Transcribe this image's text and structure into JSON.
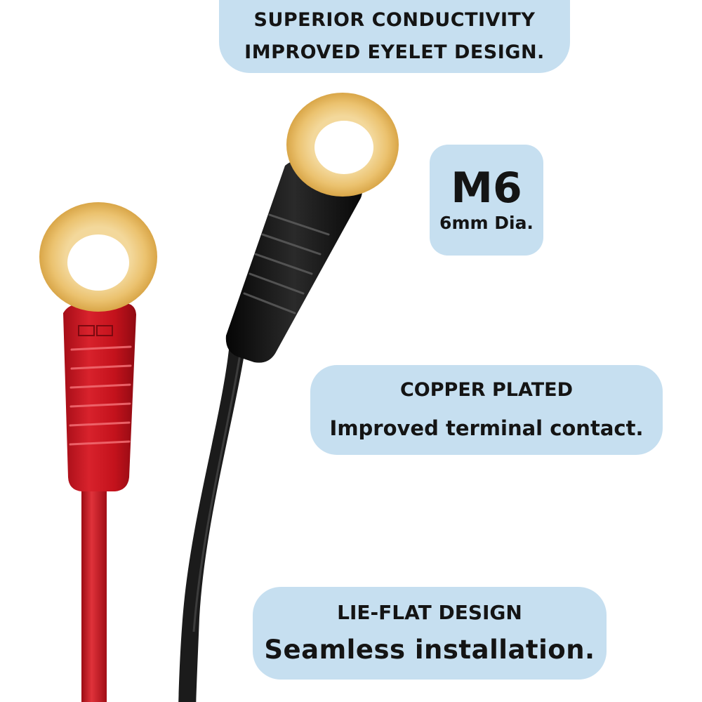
{
  "callouts": {
    "conductivity": {
      "line1": "SUPERIOR CONDUCTIVITY",
      "line2": "IMPROVED EYELET DESIGN."
    },
    "size": {
      "value": "M6",
      "detail": "6mm Dia."
    },
    "copper": {
      "heading": "COPPER PLATED",
      "detail": "Improved terminal contact."
    },
    "lieflat": {
      "heading": "LIE-FLAT DESIGN",
      "detail": "Seamless installation."
    }
  },
  "colors": {
    "callout_background": "#c6dff0",
    "positive_cable": "#c8141e",
    "negative_cable": "#141414",
    "terminal": "#eec878"
  }
}
